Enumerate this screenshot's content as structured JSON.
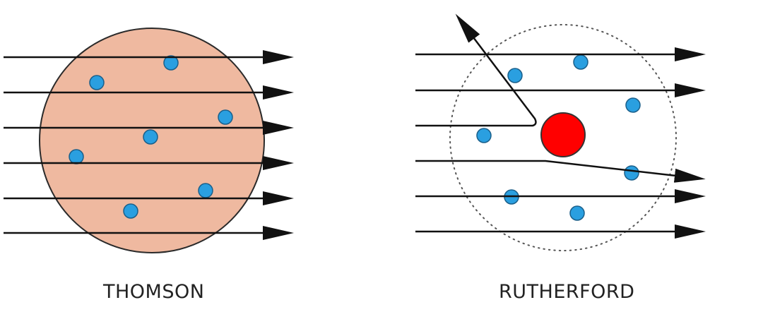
{
  "labels": {
    "thomson": "THOMSON",
    "rutherford": "RUTHERFORD"
  },
  "colors": {
    "background": "#ffffff",
    "thomson_sphere_fill": "#efb9a0",
    "thomson_sphere_stroke": "#2a2a2a",
    "electron_fill": "#2a9fe0",
    "electron_stroke": "#1a5f8a",
    "nucleus_fill": "#ff0000",
    "nucleus_stroke": "#333333",
    "ray": "#111111",
    "atom_boundary": "#555555"
  },
  "thomson": {
    "model": "plum-pudding",
    "electron_count": 7,
    "ray_count": 6,
    "deflected_rays": 0
  },
  "rutherford": {
    "model": "nuclear",
    "electron_count": 7,
    "ray_count": 6,
    "deflected_rays": 2
  }
}
